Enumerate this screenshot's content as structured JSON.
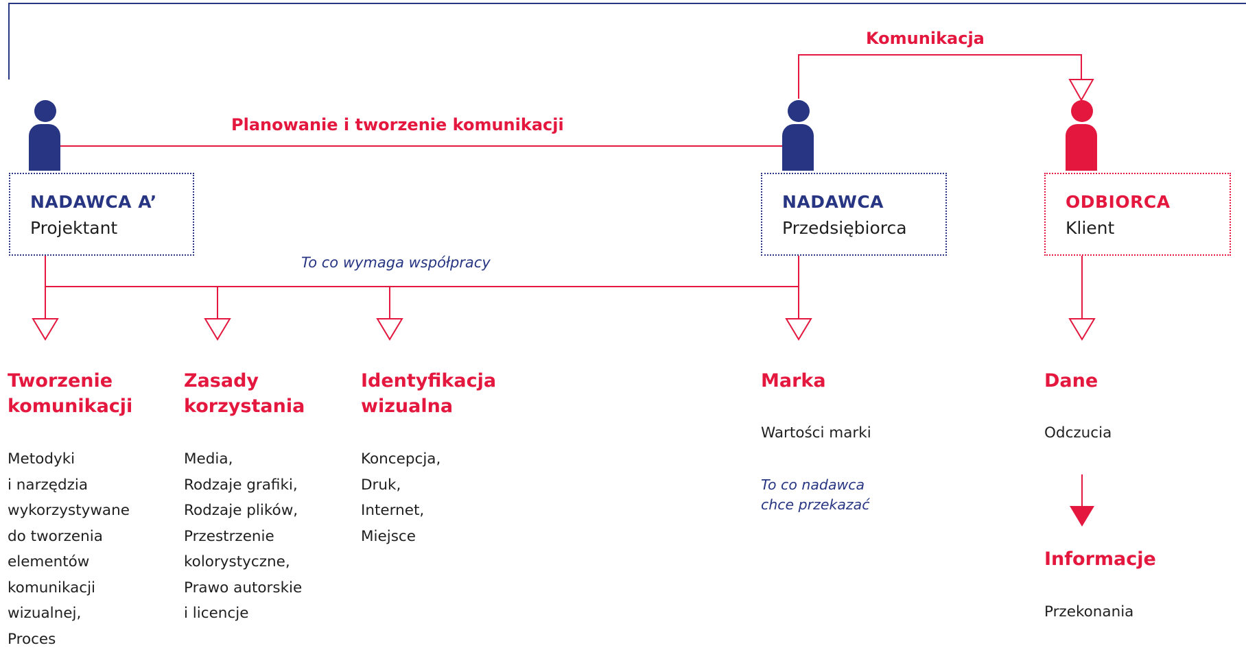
{
  "colors": {
    "red": "#e4173e",
    "navy": "#273582",
    "text": "#1f1f1f"
  },
  "labels": {
    "komunikacja": "Komunikacja",
    "planowanie": "Planowanie i tworzenie komunikacji",
    "wspolpraca": "To co wymaga współpracy"
  },
  "actors": {
    "projektant": {
      "role": "NADAWCA A’",
      "name": "Projektant",
      "icon": "person-icon"
    },
    "przedsiebiorca": {
      "role": "NADAWCA",
      "name": "Przedsiębiorca",
      "icon": "person-icon"
    },
    "klient": {
      "role": "ODBIORCA",
      "name": "Klient",
      "icon": "person-icon"
    }
  },
  "columns": {
    "tworzenie": {
      "title": "Tworzenie\nkomunikacji",
      "body": "Metodyki\ni narzędzia\nwykorzystywane\ndo tworzenia\nelementów\nkomunikacji\nwizualnej,\nProces"
    },
    "zasady": {
      "title": "Zasady\nkorzystania",
      "body": "Media,\nRodzaje grafiki,\nRodzaje plików,\nPrzestrzenie\nkolorystyczne,\nPrawo autorskie\ni licencje"
    },
    "identyfikacja": {
      "title": "Identyfikacja\nwizualna",
      "body": "Koncepcja,\nDruk,\nInternet,\nMiejsce"
    },
    "marka": {
      "title": "Marka",
      "body": "Wartości marki",
      "note": "To co nadawca\nchce przekazać"
    },
    "dane": {
      "title": "Dane",
      "body": "Odczucia",
      "title2": "Informacje",
      "body2": "Przekonania"
    }
  }
}
